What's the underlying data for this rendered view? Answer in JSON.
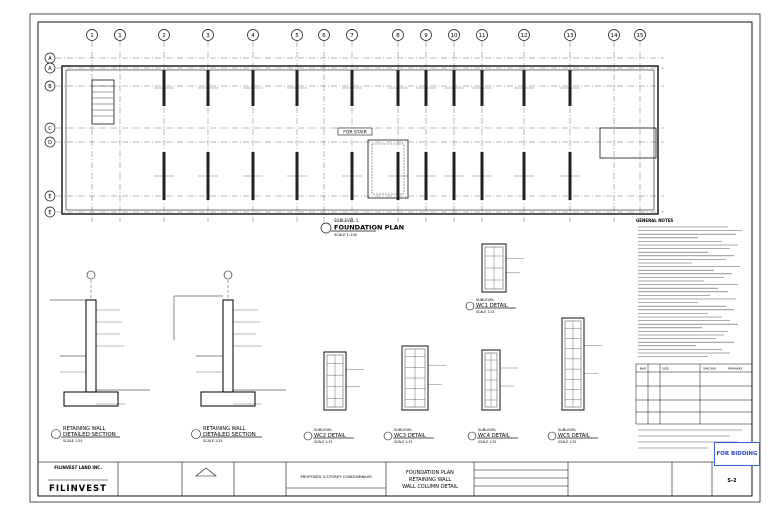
{
  "grid": {
    "columns": [
      "1",
      "1",
      "2",
      "3",
      "4",
      "5",
      "6",
      "7",
      "8",
      "9",
      "10",
      "11",
      "12",
      "13",
      "14",
      "15"
    ],
    "rows": [
      "A",
      "A",
      "B",
      "C",
      "D",
      "E",
      "E"
    ]
  },
  "plan": {
    "title_top": "SUBLEVEL 1",
    "title": "FOUNDATION PLAN",
    "scale": "SCALE 1:100",
    "label_box": "FOR STAIR"
  },
  "sections": [
    {
      "grid_ref": "E",
      "name": "RETAINING WALL",
      "title": "DETAILED SECTION",
      "scale": "SCALE 1:25"
    },
    {
      "grid_ref": "1",
      "name": "RETAINING WALL",
      "title": "DETAILED SECTION",
      "scale": "SCALE 1:25"
    }
  ],
  "details": [
    {
      "top": "SUBLEVEL",
      "title": "WC1 DETAIL",
      "scale": "SCALE 1:25"
    },
    {
      "top": "SUBLEVEL",
      "title": "WC2 DETAIL",
      "scale": "SCALE 1:25"
    },
    {
      "top": "SUBLEVEL",
      "title": "WC3 DETAIL",
      "scale": "SCALE 1:25"
    },
    {
      "top": "SUBLEVEL",
      "title": "WC4 DETAIL",
      "scale": "SCALE 1:25"
    },
    {
      "top": "SUBLEVEL",
      "title": "WC5 DETAIL",
      "scale": "SCALE 1:25"
    }
  ],
  "notes": {
    "heading": "GENERAL NOTES",
    "table_headers": [
      "SIZE",
      "BAR",
      "SPACING",
      "REMARKS"
    ]
  },
  "title_block": {
    "logo": "FILINVEST",
    "company": "FILINVEST LAND INC.",
    "project": "PROPOSED 3-STOREY CONDOMINIUM",
    "sheet_title": [
      "FOUNDATION PLAN",
      "RETAINING WALL",
      "WALL COLUMN DETAIL"
    ],
    "sheet_no": "S-2",
    "stamp": "FOR BIDDING"
  }
}
